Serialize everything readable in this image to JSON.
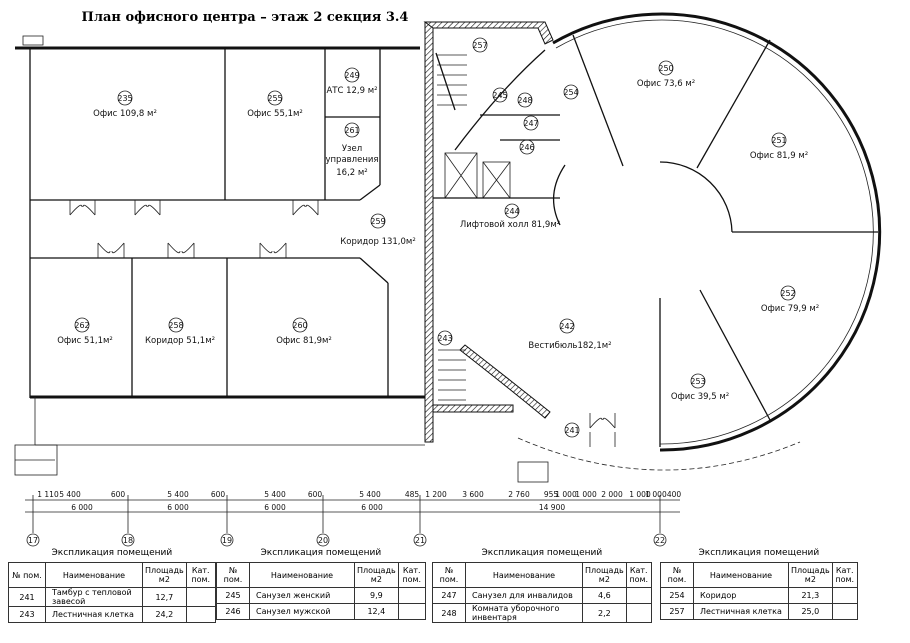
{
  "title": "План офисного центра – этаж 2 секция 3.4",
  "rooms": {
    "r235": {
      "num": "235",
      "label": "Офис 109,8 м²"
    },
    "r255": {
      "num": "255",
      "label": "Офис 55,1м²"
    },
    "r249": {
      "num": "249",
      "label": "АТС 12,9 м²"
    },
    "r261": {
      "num": "261",
      "label_1": "Узел",
      "label_2": "управления",
      "label_3": "16,2  м²"
    },
    "r259": {
      "num": "259",
      "label": "Коридор 131,0м²"
    },
    "r262": {
      "num": "262",
      "label": "Офис 51,1м²"
    },
    "r258": {
      "num": "258",
      "label": "Коридор 51,1м²"
    },
    "r260": {
      "num": "260",
      "label": "Офис 81,9м²"
    },
    "r257": {
      "num": "257"
    },
    "r245": {
      "num": "245"
    },
    "r248": {
      "num": "248"
    },
    "r247": {
      "num": "247"
    },
    "r246": {
      "num": "246"
    },
    "r254": {
      "num": "254"
    },
    "r244": {
      "num": "244",
      "label": "Лифтовой холл 81,9м²"
    },
    "r250": {
      "num": "250",
      "label": "Офис 73,6 м²"
    },
    "r251": {
      "num": "251",
      "label": "Офис 81,9 м²"
    },
    "r252": {
      "num": "252",
      "label": "Офис 79,9 м²"
    },
    "r242": {
      "num": "242",
      "label": "Вестибюль182,1м²"
    },
    "r253": {
      "num": "253",
      "label": "Офис 39,5 м²"
    },
    "r243": {
      "num": "243"
    },
    "r241": {
      "num": "241"
    }
  },
  "dimensions": {
    "top": [
      "1 110",
      "5 400",
      "600",
      "5 400",
      "600",
      "5 400",
      "600",
      "5 400",
      "485",
      "1 200",
      "3 600",
      "2 760",
      "955",
      "1 000",
      "1 000",
      "2 000",
      "1 000",
      "1 000",
      "400"
    ],
    "bottom": [
      "6 000",
      "6 000",
      "6 000",
      "6 000",
      "14 900"
    ],
    "axes": [
      "17",
      "18",
      "19",
      "20",
      "21",
      "22"
    ]
  },
  "tables": [
    {
      "title": "Экспликация помещений",
      "headers": [
        "№ пом.",
        "Наименование",
        "Площадь м2",
        "Кат. пом."
      ],
      "rows": [
        [
          "241",
          "Тамбур с тепловой завесой",
          "12,7",
          ""
        ],
        [
          "243",
          "Лестничная клетка",
          "24,2",
          ""
        ]
      ]
    },
    {
      "title": "Экспликация помещений",
      "headers": [
        "№ пом.",
        "Наименование",
        "Площадь м2",
        "Кат. пом."
      ],
      "rows": [
        [
          "245",
          "Санузел женский",
          "9,9",
          ""
        ],
        [
          "246",
          "Санузел мужской",
          "12,4",
          ""
        ]
      ]
    },
    {
      "title": "Экспликация помещений",
      "headers": [
        "№ пом.",
        "Наименование",
        "Площадь м2",
        "Кат. пом."
      ],
      "rows": [
        [
          "247",
          "Санузел для инвалидов",
          "4,6",
          ""
        ],
        [
          "248",
          "Комната уборочного инвентаря",
          "2,2",
          ""
        ]
      ]
    },
    {
      "title": "Экспликация помещений",
      "headers": [
        "№ пом.",
        "Наименование",
        "Площадь м2",
        "Кат. пом."
      ],
      "rows": [
        [
          "254",
          "Коридор",
          "21,3",
          ""
        ],
        [
          "257",
          "Лестничная клетка",
          "25,0",
          ""
        ]
      ]
    }
  ]
}
